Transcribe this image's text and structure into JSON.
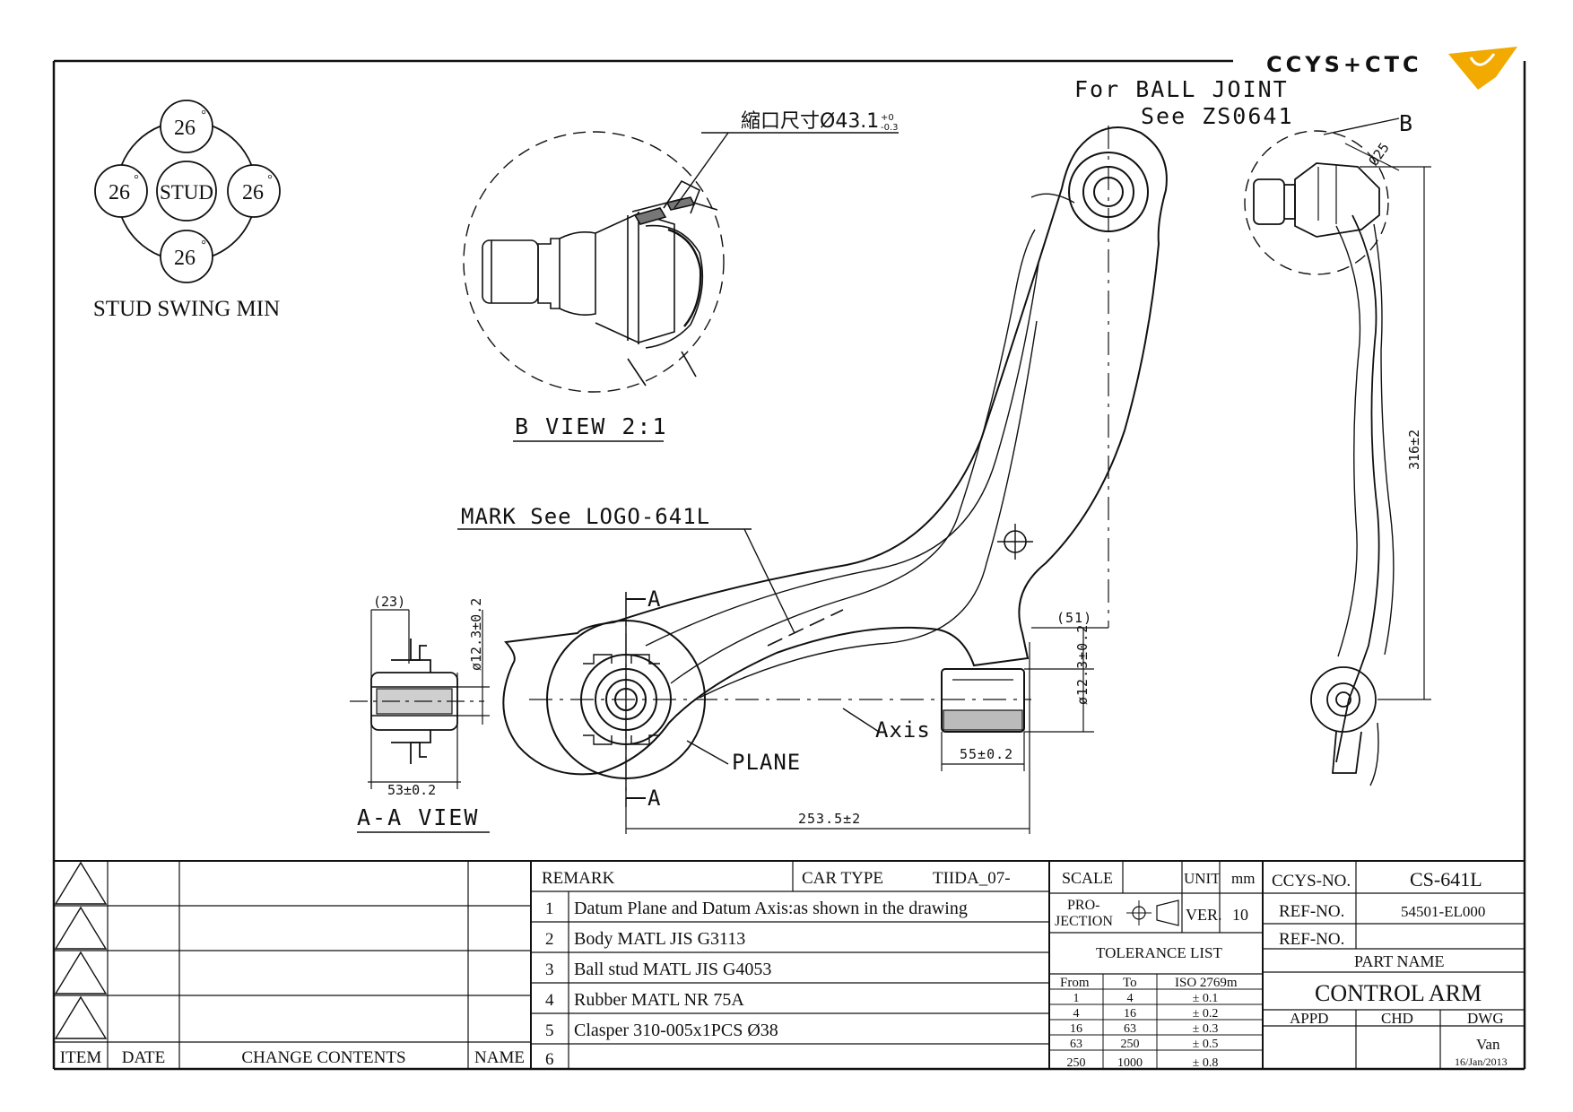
{
  "brand": {
    "logo_text": "CCYS+CTC",
    "accent": "#f2a900"
  },
  "stud_swing": {
    "center": "STUD",
    "angle_top": "26",
    "angle_left": "26",
    "angle_right": "26",
    "angle_bottom": "26",
    "degree_mark": "°",
    "title": "STUD SWING MIN"
  },
  "b_view": {
    "callout": "縮口尺寸Ø43.1",
    "tolerance_upper": "+0",
    "tolerance_lower": "-0.3",
    "title": "B VIEW 2:1"
  },
  "ball_joint": {
    "line1": "For BALL JOINT",
    "line2": "See ZS0641"
  },
  "side_view": {
    "b_label": "B",
    "dia_label": "Ø25",
    "height_dim": "316±2"
  },
  "main_view": {
    "mark_note": "MARK See LOGO-641L",
    "section_a_top": "A",
    "section_a_bottom": "A",
    "axis_label": "Axis",
    "plane_label": "PLANE",
    "dim_51": "(51)",
    "dim_dia_bush": "ø12.3±0.2",
    "dim_55": "55±0.2",
    "dim_253": "253.5±2"
  },
  "aa_view": {
    "dim_23": "(23)",
    "dim_dia": "ø12.3±0.2",
    "dim_53": "53±0.2",
    "title": "A-A VIEW"
  },
  "revision_table": {
    "headers": {
      "item": "ITEM",
      "date": "DATE",
      "contents": "CHANGE CONTENTS",
      "name": "NAME"
    }
  },
  "remark_table": {
    "title": "REMARK",
    "car_type_label": "CAR TYPE",
    "car_type": "TIIDA_07-",
    "rows": [
      {
        "no": "1",
        "text": "Datum Plane and Datum Axis:as shown in the drawing"
      },
      {
        "no": "2",
        "text": "Body MATL JIS G3113"
      },
      {
        "no": "3",
        "text": "Ball stud MATL JIS G4053"
      },
      {
        "no": "4",
        "text": "Rubber MATL NR 75A"
      },
      {
        "no": "5",
        "text": "Clasper 310-005x1PCS Ø38"
      },
      {
        "no": "6",
        "text": ""
      }
    ]
  },
  "title_block": {
    "scale_label": "SCALE",
    "unit_label": "UNIT",
    "unit": "mm",
    "projection_line1": "PRO-",
    "projection_line2": "JECTION",
    "ver_label": "VER.",
    "ver": "10",
    "ccys_no_label": "CCYS-NO.",
    "ccys_no": "CS-641L",
    "ref_no_label": "REF-NO.",
    "ref_no": "54501-EL000",
    "ref_no2_label": "REF-NO.",
    "ref_no2": "",
    "part_name_label": "PART NAME",
    "part_name": "CONTROL ARM",
    "appd_label": "APPD",
    "chd_label": "CHD",
    "dwg_label": "DWG",
    "drawn_by": "Van",
    "date": "16/Jan/2013"
  },
  "tolerance": {
    "title": "TOLERANCE LIST",
    "col_from": "From",
    "col_to": "To",
    "col_std": "ISO 2769m",
    "rows": [
      {
        "from": "1",
        "to": "4",
        "tol": "± 0.1"
      },
      {
        "from": "4",
        "to": "16",
        "tol": "± 0.2"
      },
      {
        "from": "16",
        "to": "63",
        "tol": "± 0.3"
      },
      {
        "from": "63",
        "to": "250",
        "tol": "± 0.5"
      },
      {
        "from": "250",
        "to": "1000",
        "tol": "± 0.8"
      }
    ]
  }
}
